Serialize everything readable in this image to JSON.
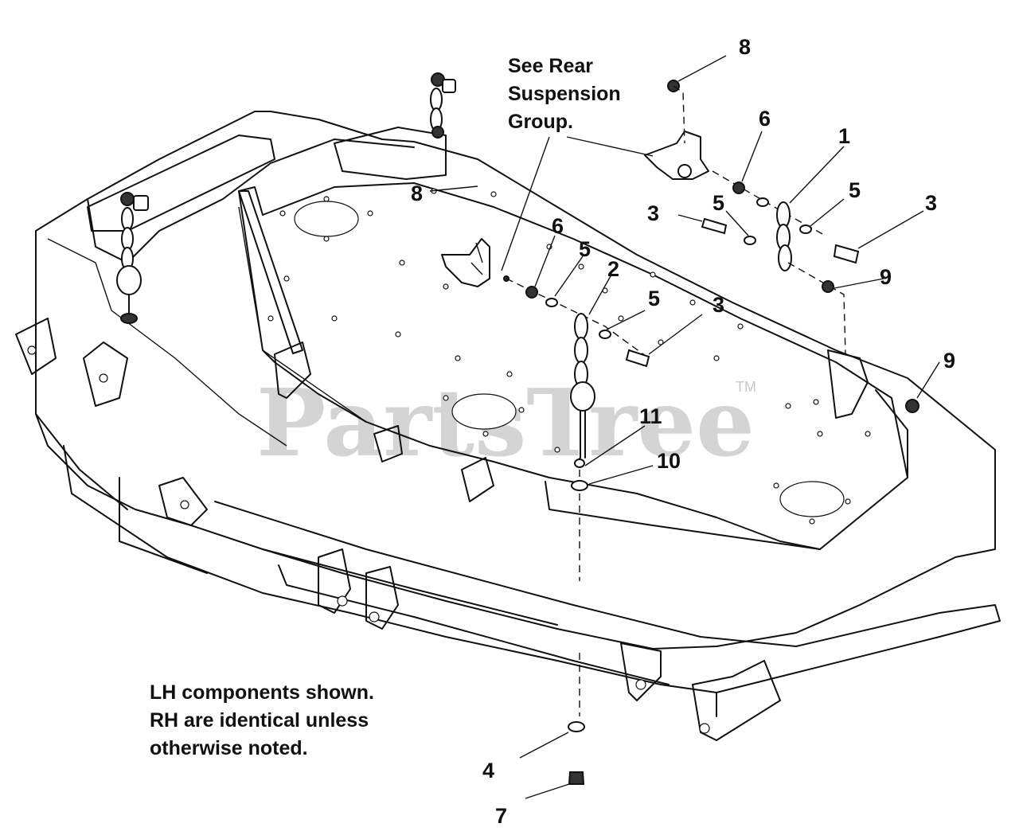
{
  "watermark": {
    "text": "PartsTree",
    "trademark": "TM"
  },
  "note_lines": [
    "LH components shown.",
    "RH are identical unless",
    "otherwise noted."
  ],
  "reference_lines": [
    "See Rear",
    "Suspension",
    "Group."
  ],
  "callouts": {
    "c8a": "8",
    "c8b": "8",
    "c6a": "6",
    "c6b": "6",
    "c1": "1",
    "c5a": "5",
    "c5b": "5",
    "c5c": "5",
    "c5d": "5",
    "c3a": "3",
    "c3b": "3",
    "c3c": "3",
    "c9a": "9",
    "c9b": "9",
    "c2": "2",
    "c11": "11",
    "c10": "10",
    "c4": "4",
    "c7": "7"
  }
}
